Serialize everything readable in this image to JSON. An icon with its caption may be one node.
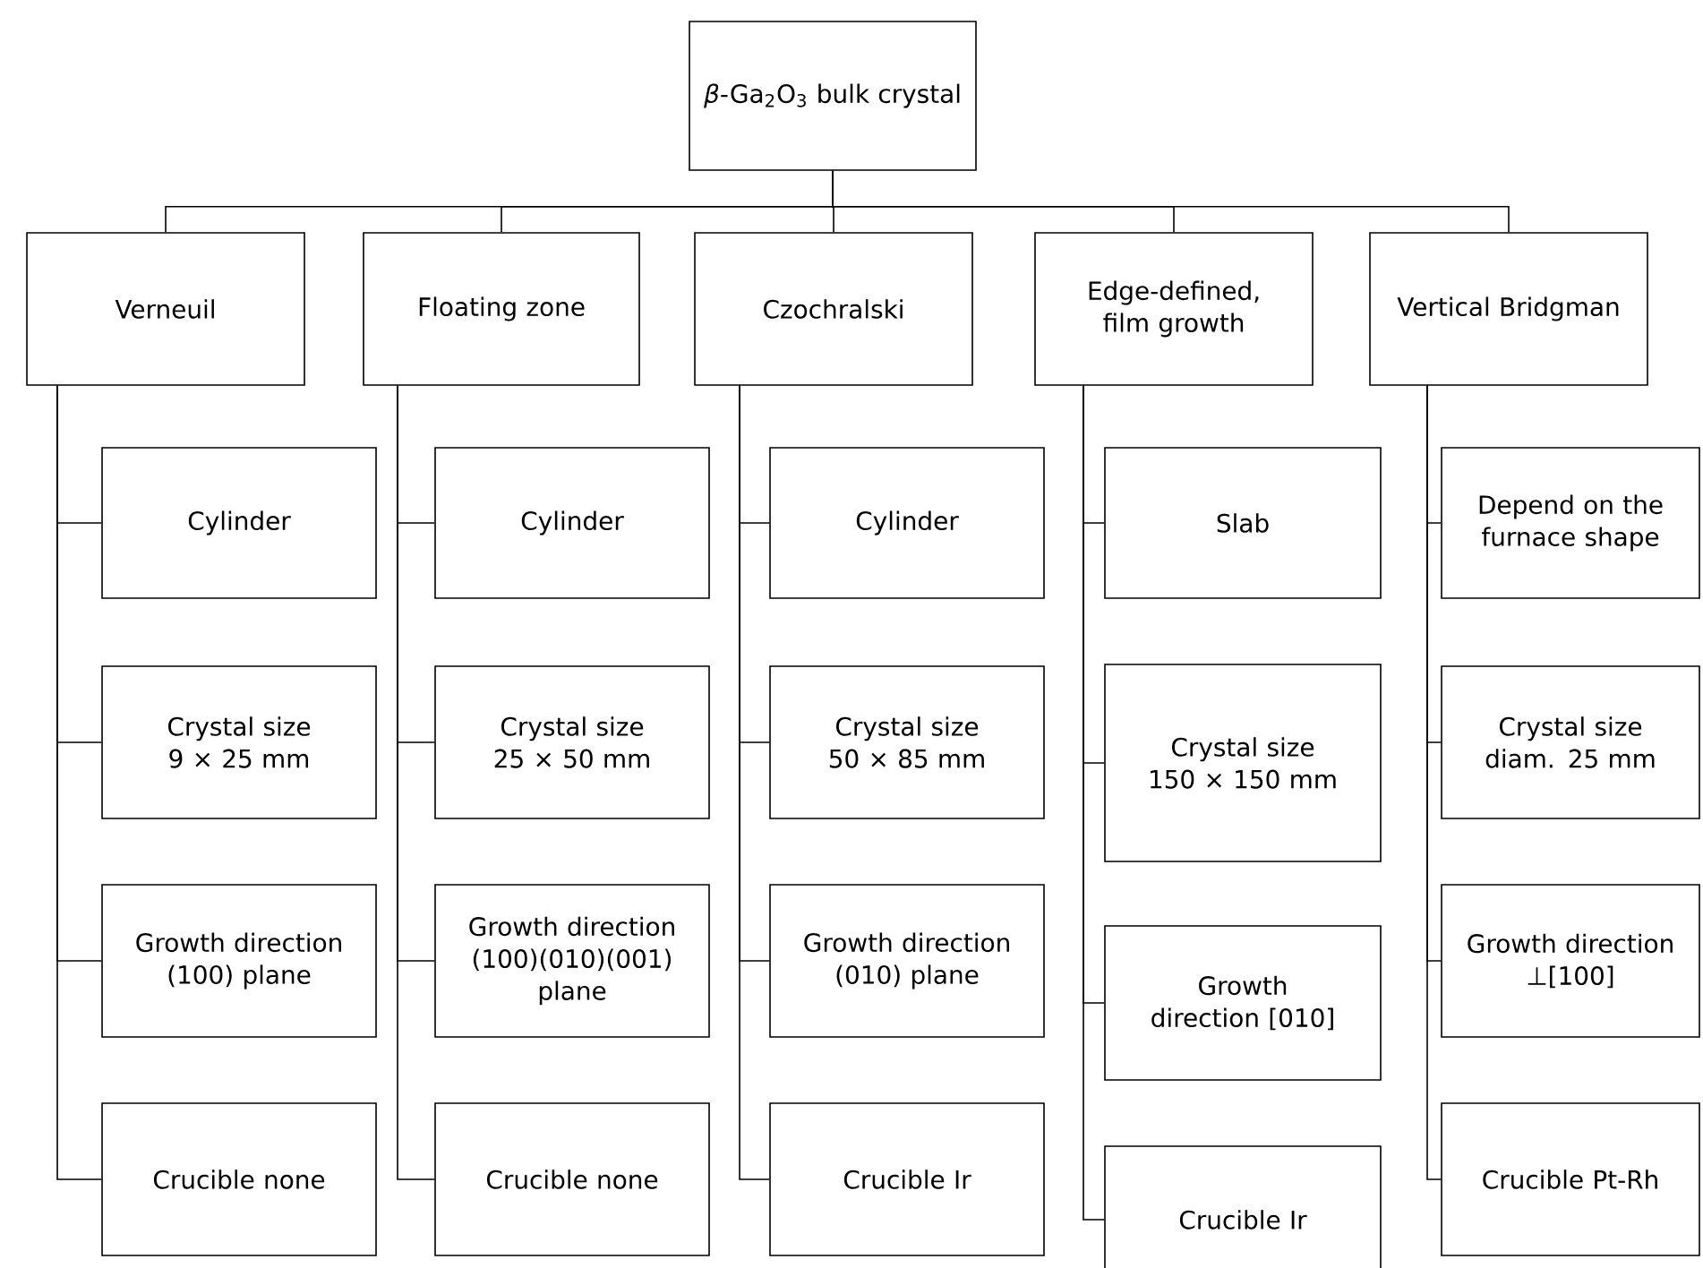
{
  "diagram": {
    "nodes": [
      {
        "text": [
          "*β*-Ga$_{2}$O$_{3}$ bulk crystal"
        ]
      },
      {
        "text": [
          "Verneuil"
        ]
      },
      {
        "text": [
          "Floating zone"
        ]
      },
      {
        "text": [
          "Czochralski"
        ]
      },
      {
        "text": [
          "Edge-defined, film growth"
        ]
      },
      {
        "text": [
          "Vertical Bridgman"
        ]
      },
      {
        "text": [
          "Cylinder"
        ]
      },
      {
        "text": [
          "Crystal size 9 × 25 mm"
        ]
      },
      {
        "text": [
          "Growth direction (100) plane"
        ]
      },
      {
        "text": [
          "Crucible none"
        ]
      },
      {
        "text": [
          "Cylinder"
        ]
      },
      {
        "text": [
          "Crystal size 25 × 50 mm"
        ]
      },
      {
        "text": [
          "Growth direction (100)(010)(001) plane"
        ]
      },
      {
        "text": [
          "Crucible none"
        ]
      },
      {
        "text": [
          "Cylinder"
        ]
      },
      {
        "text": [
          "Crystal size 50 × 85 mm"
        ]
      },
      {
        "text": [
          "Growth direction (010) plane"
        ]
      },
      {
        "text": [
          "Crucible Ir"
        ]
      },
      {
        "text": [
          "Slab"
        ]
      },
      {
        "text": [
          "Crystal size 150 × 150 mm"
        ]
      },
      {
        "text": [
          "Growth direction [010]"
        ]
      },
      {
        "text": [
          "Crucible Ir"
        ]
      },
      {
        "text": [
          "Depend on the furnace shape"
        ]
      },
      {
        "text": [
          "Crystal size diam. 25 mm"
        ]
      },
      {
        "text": [
          "Growth direction ⊥[100]"
        ]
      },
      {
        "text": [
          "Crucible Pt-Rh"
        ]
      }
    ],
    "edges": [
      {
        "from": 0,
        "to": 1,
        "arrow": "none"
      },
      {
        "from": 0,
        "to": 2,
        "arrow": "none"
      },
      {
        "from": 0,
        "to": 3,
        "arrow": "none"
      },
      {
        "from": 0,
        "to": 4,
        "arrow": "none"
      },
      {
        "from": 0,
        "to": 5,
        "arrow": "none"
      },
      {
        "from": 1,
        "to": 6,
        "arrow": "none"
      },
      {
        "from": 1,
        "to": 7,
        "arrow": "none"
      },
      {
        "from": 1,
        "to": 8,
        "arrow": "none"
      },
      {
        "from": 1,
        "to": 9,
        "arrow": "none"
      },
      {
        "from": 2,
        "to": 10,
        "arrow": "none"
      },
      {
        "from": 2,
        "to": 11,
        "arrow": "none"
      },
      {
        "from": 2,
        "to": 12,
        "arrow": "none"
      },
      {
        "from": 2,
        "to": 13,
        "arrow": "none"
      },
      {
        "from": 3,
        "to": 14,
        "arrow": "none"
      },
      {
        "from": 3,
        "to": 15,
        "arrow": "none"
      },
      {
        "from": 3,
        "to": 16,
        "arrow": "none"
      },
      {
        "from": 3,
        "to": 17,
        "arrow": "none"
      },
      {
        "from": 4,
        "to": 18,
        "arrow": "none"
      },
      {
        "from": 4,
        "to": 19,
        "arrow": "none"
      },
      {
        "from": 4,
        "to": 20,
        "arrow": "none"
      },
      {
        "from": 4,
        "to": 21,
        "arrow": "none"
      },
      {
        "from": 5,
        "to": 22,
        "arrow": "none"
      },
      {
        "from": 5,
        "to": 23,
        "arrow": "none"
      },
      {
        "from": 5,
        "to": 24,
        "arrow": "none"
      },
      {
        "from": 5,
        "to": 25,
        "arrow": "none"
      }
    ]
  }
}
